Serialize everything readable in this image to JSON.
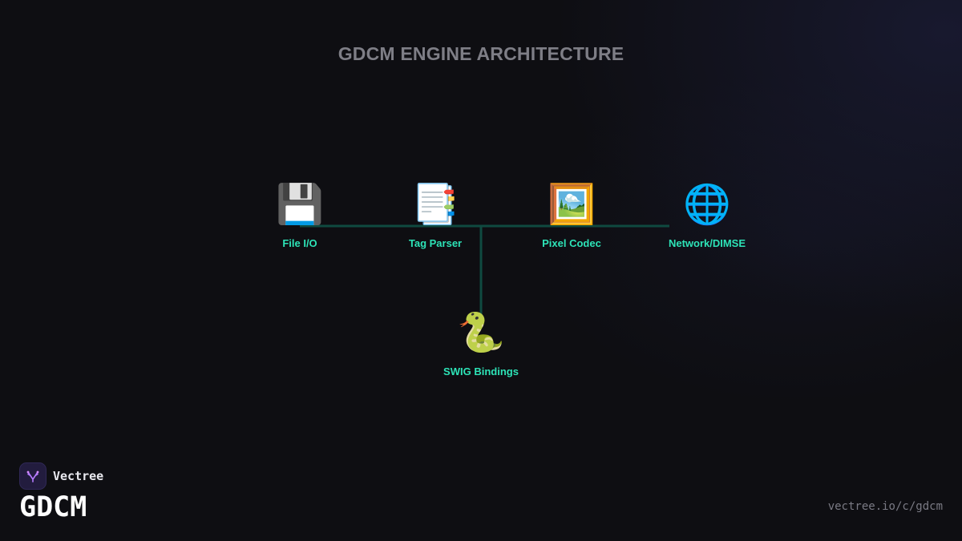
{
  "title": "GDCM ENGINE ARCHITECTURE",
  "colors": {
    "background": "#0e0e12",
    "label": "#2de3b7",
    "connector": "#0f4a40",
    "title": "#7e7e86"
  },
  "nodes": {
    "file_io": {
      "label": "File I/O",
      "icon": "floppy-disk-icon",
      "glyph": "💾"
    },
    "tag_parser": {
      "label": "Tag Parser",
      "icon": "bookmark-tabs-icon",
      "glyph": "📑"
    },
    "pixel_codec": {
      "label": "Pixel Codec",
      "icon": "framed-picture-icon",
      "glyph": "🖼️"
    },
    "network": {
      "label": "Network/DIMSE",
      "icon": "globe-icon",
      "glyph": "🌐"
    },
    "swig": {
      "label": "SWIG Bindings",
      "icon": "snake-icon",
      "glyph": "🐍"
    }
  },
  "edges": [
    {
      "from": "file_io",
      "to": "network"
    },
    {
      "from": "tag_parser",
      "to": "swig"
    }
  ],
  "footer": {
    "brand": "Vectree",
    "product": "GDCM",
    "url": "vectree.io/c/gdcm"
  }
}
